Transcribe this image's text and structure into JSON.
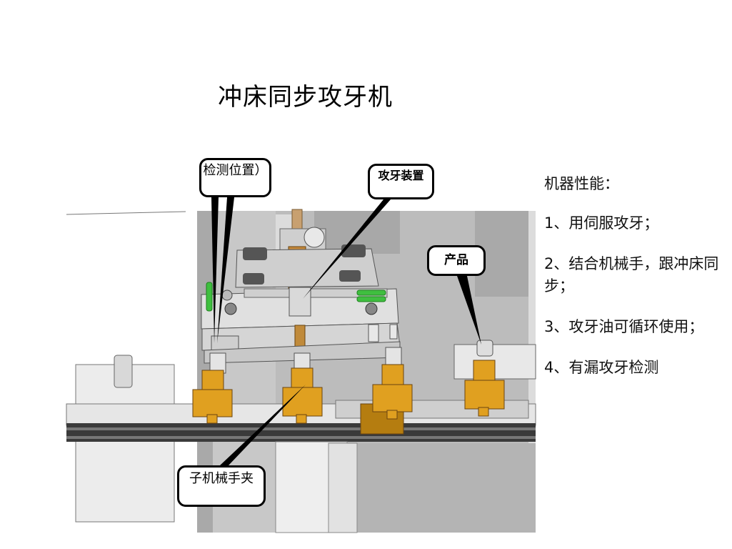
{
  "title": "冲床同步攻牙机",
  "spec": {
    "heading": "机器性能：",
    "items": [
      "1、用伺服攻牙；",
      "2、结合机械手，跟冲床同步；",
      "3、攻牙油可循环使用；",
      "4、有漏攻牙检测"
    ]
  },
  "callouts": {
    "detect": "检测位置）",
    "tap": "攻牙装置",
    "product": "产品",
    "gripper": "子机械手夹"
  },
  "colors": {
    "frame_gray": "#b9b9b9",
    "plate_silver": "#d8d8d8",
    "gripper_gold": "#e0a020",
    "valve_green": "#3fbf3f",
    "slider_dark_gold": "#b57d10"
  }
}
